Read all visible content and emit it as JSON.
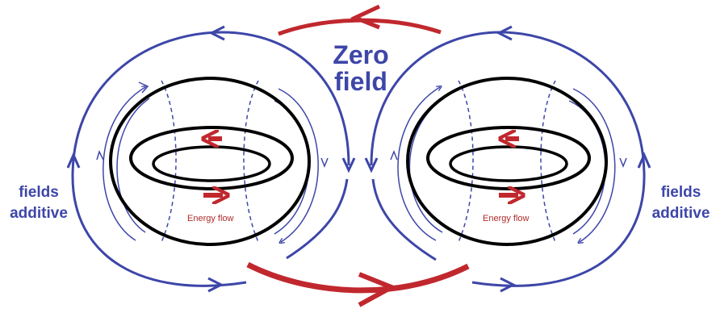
{
  "labels": {
    "zero_field_line1": "Zero",
    "zero_field_line2": "field",
    "fields_additive_left_line1": "fields",
    "fields_additive_left_line2": "additive",
    "fields_additive_right_line1": "fields",
    "fields_additive_right_line2": "additive",
    "energy_flow_left": "Energy flow",
    "energy_flow_right": "Energy flow"
  },
  "colors": {
    "field_lines": "#3d46a8",
    "flow_arrows": "#c0282e",
    "torus": "#000000",
    "text_blue": "#3d46a8",
    "text_red": "#b02b2b"
  },
  "icons": [
    "arrow-left-red",
    "arrow-right-red",
    "field-line-arrowheads"
  ]
}
